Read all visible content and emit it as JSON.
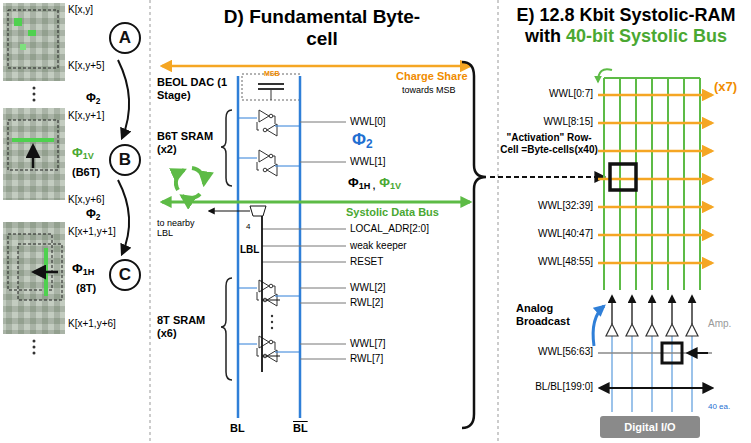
{
  "diagram": {
    "nodes": [
      {
        "text": [
          "A"
        ]
      },
      {
        "text": [
          "B"
        ]
      },
      {
        "text": [
          "C"
        ]
      },
      {
        "text": [
          "Digital I/O"
        ]
      }
    ],
    "labels": [
      "K[x,y]",
      "K[x,y+5]",
      "Φ2",
      "K[x,y+1]",
      "Φ1V",
      "(B6T)",
      "K[x,y+6]",
      "Φ2",
      "K[x+1,y+1]",
      "Φ1H",
      "(8T)",
      "K[x+1,y+6]",
      "D) Fundamental Byte-cell",
      "BEOL DAC (1 Stage)",
      "MSB",
      "Charge Share",
      "towards MSB",
      "B6T SRAM (x2)",
      "WWL[0]",
      "Φ2",
      "WWL[1]",
      "Φ1H ,",
      "Φ1V",
      "Systolic Data Bus",
      "to nearby LBL",
      "4",
      "LOCAL_ADR[2:0]",
      "LBL",
      "weak keeper",
      "RESET",
      "8T SRAM (x6)",
      "WWL[2]",
      "RWL[2]",
      "WWL[7]",
      "RWL[7]",
      "BL",
      "BL",
      "E) 12.8 Kbit Systolic-RAM with",
      "40-bit Systolic Bus",
      "(x7)",
      "WWL[0:7]",
      "WWL[8:15]",
      "\"Activation\" Row-Cell =Byte-cells(x40)",
      "WWL[32:39]",
      "WWL[40:47]",
      "WWL[48:55]",
      "Analog Broadcast",
      "Amp.",
      "WWL[56:63]",
      "BL/BL[199:0]",
      "40 ea."
    ]
  }
}
